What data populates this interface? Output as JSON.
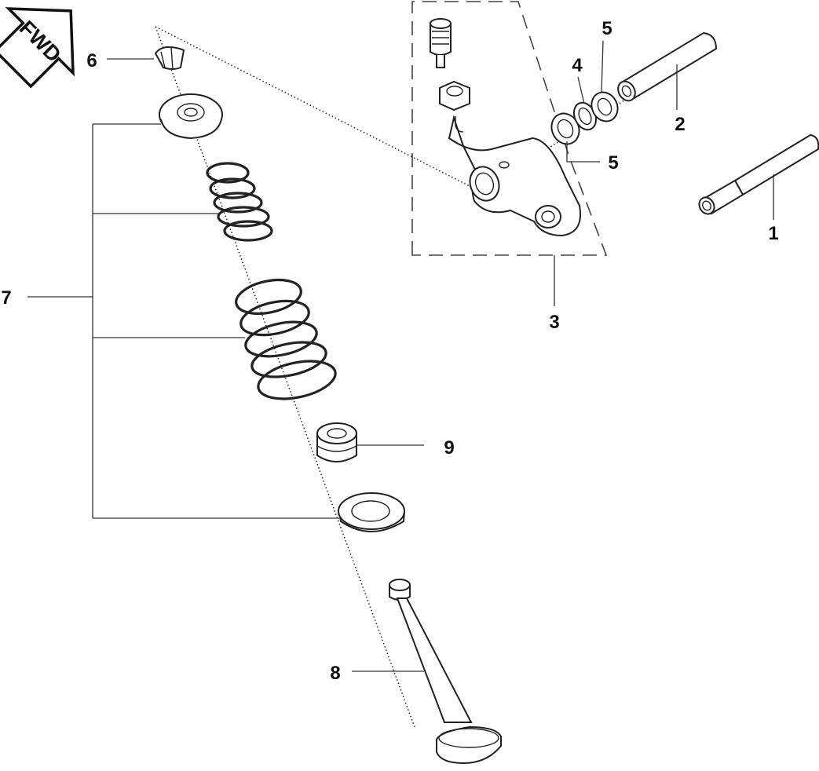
{
  "direction_badge": {
    "text": "FWD"
  },
  "callouts": [
    {
      "id": "part-1",
      "text": "1"
    },
    {
      "id": "part-2",
      "text": "2"
    },
    {
      "id": "part-3",
      "text": "3"
    },
    {
      "id": "part-4",
      "text": "4"
    },
    {
      "id": "part-5a",
      "text": "5"
    },
    {
      "id": "part-5b",
      "text": "5"
    },
    {
      "id": "part-6",
      "text": "6"
    },
    {
      "id": "part-7",
      "text": "7"
    },
    {
      "id": "part-8",
      "text": "8"
    },
    {
      "id": "part-9",
      "text": "9"
    }
  ]
}
